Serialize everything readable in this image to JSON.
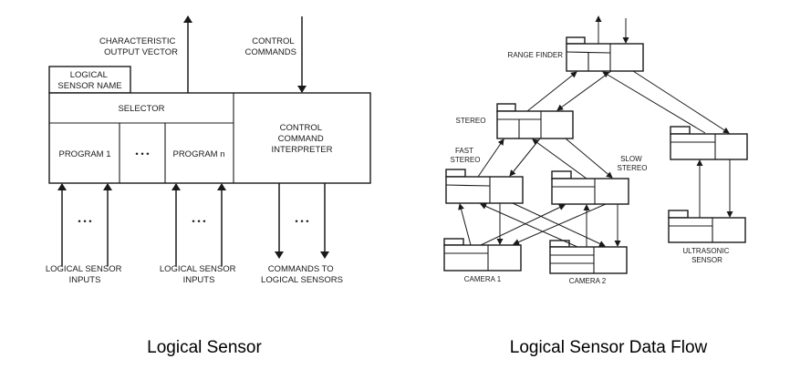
{
  "left_diagram": {
    "caption": "Logical Sensor",
    "top_labels": {
      "output": [
        "CHARACTERISTIC",
        "OUTPUT VECTOR"
      ],
      "control": [
        "CONTROL",
        "COMMANDS"
      ]
    },
    "name_box": [
      "LOGICAL",
      "SENSOR NAME"
    ],
    "selector": "SELECTOR",
    "programs": [
      "PROGRAM 1",
      "• • •",
      "PROGRAM n"
    ],
    "interpreter": [
      "CONTROL",
      "COMMAND",
      "INTERPRETER"
    ],
    "ellipsis": "• • •",
    "bottom_labels": {
      "inputs_1": [
        "LOGICAL SENSOR",
        "INPUTS"
      ],
      "inputs_2": [
        "LOGICAL SENSOR",
        "INPUTS"
      ],
      "commands": [
        "COMMANDS  TO",
        "LOGICAL SENSORS"
      ]
    }
  },
  "right_diagram": {
    "caption": "Logical Sensor Data Flow",
    "nodes": {
      "range_finder": [
        "RANGE FINDER"
      ],
      "stereo": [
        "STEREO"
      ],
      "fast_stereo": [
        "FAST",
        "STEREO"
      ],
      "slow_stereo": [
        "SLOW",
        "STEREO"
      ],
      "camera_1": [
        "CAMERA 1"
      ],
      "camera_2": [
        "CAMERA 2"
      ],
      "ultrasonic": [
        "ULTRASONIC",
        "SENSOR"
      ]
    }
  }
}
